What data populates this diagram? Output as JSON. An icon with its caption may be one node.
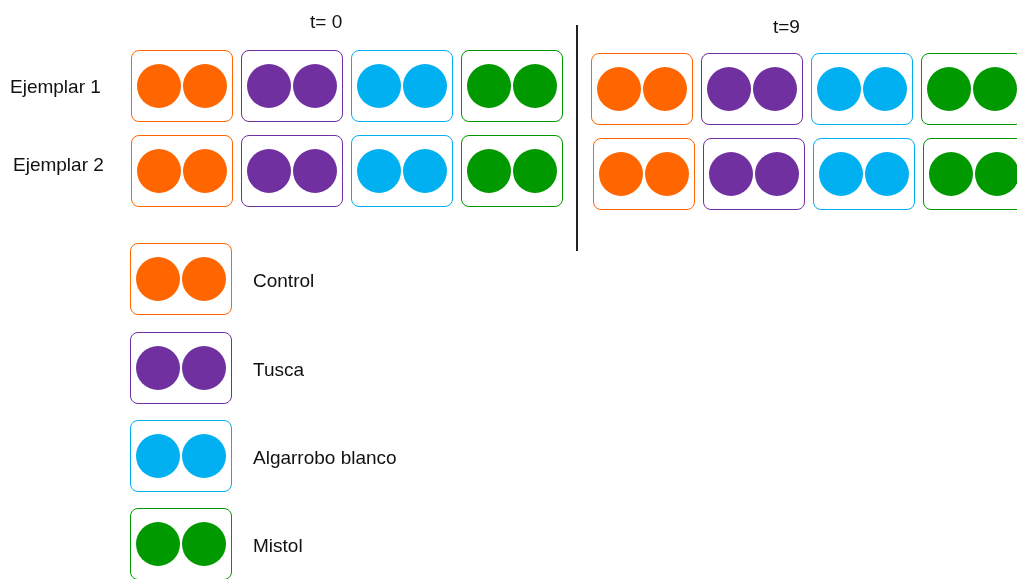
{
  "diagram": {
    "labels": [
      "t= 0",
      "t=9",
      "Ejemplar 1",
      "Ejemplar 2"
    ],
    "legend": [
      {
        "text": "Control"
      },
      {
        "text": "Tusca"
      },
      {
        "text": "Algarrobo blanco"
      },
      {
        "text": "Mistol"
      }
    ]
  }
}
